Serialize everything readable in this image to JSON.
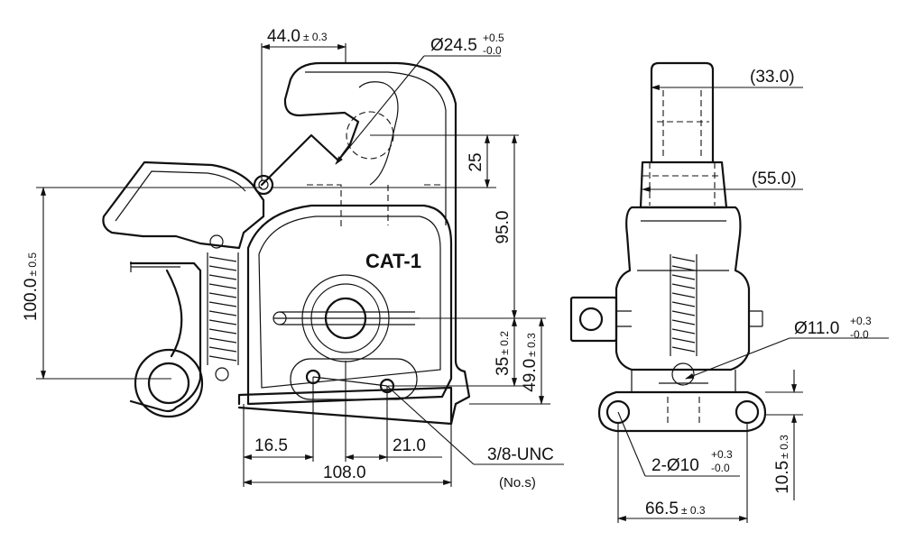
{
  "side_view": {
    "label_cat": "CAT-1",
    "dim_top_width": {
      "value": "44.0",
      "tol": "± 0.3"
    },
    "dim_hole": {
      "value": "Ø24.5",
      "tol_plus": "+0.5",
      "tol_minus": "-0.0"
    },
    "dim_25": "25",
    "dim_95": "95.0",
    "dim_100": {
      "value": "100.0",
      "tol": "± 0.5"
    },
    "dim_35": {
      "value": "35",
      "tol": "± 0.2"
    },
    "dim_49": {
      "value": "49.0",
      "tol": "± 0.3"
    },
    "dim_16_5": "16.5",
    "dim_21": "21.0",
    "dim_108": "108.0",
    "thread_label": "3/8-UNC",
    "thread_note": "(No.s)"
  },
  "front_view": {
    "dim_33": "(33.0)",
    "dim_55": "(55.0)",
    "dim_11": {
      "value": "Ø11.0",
      "tol_plus": "+0.3",
      "tol_minus": "-0.0"
    },
    "dim_2x10": {
      "value": "2-Ø10",
      "tol_plus": "+0.3",
      "tol_minus": "-0.0"
    },
    "dim_10_5": {
      "value": "10.5",
      "tol": "± 0.3"
    },
    "dim_66_5": {
      "value": "66.5",
      "tol": "± 0.3"
    }
  }
}
